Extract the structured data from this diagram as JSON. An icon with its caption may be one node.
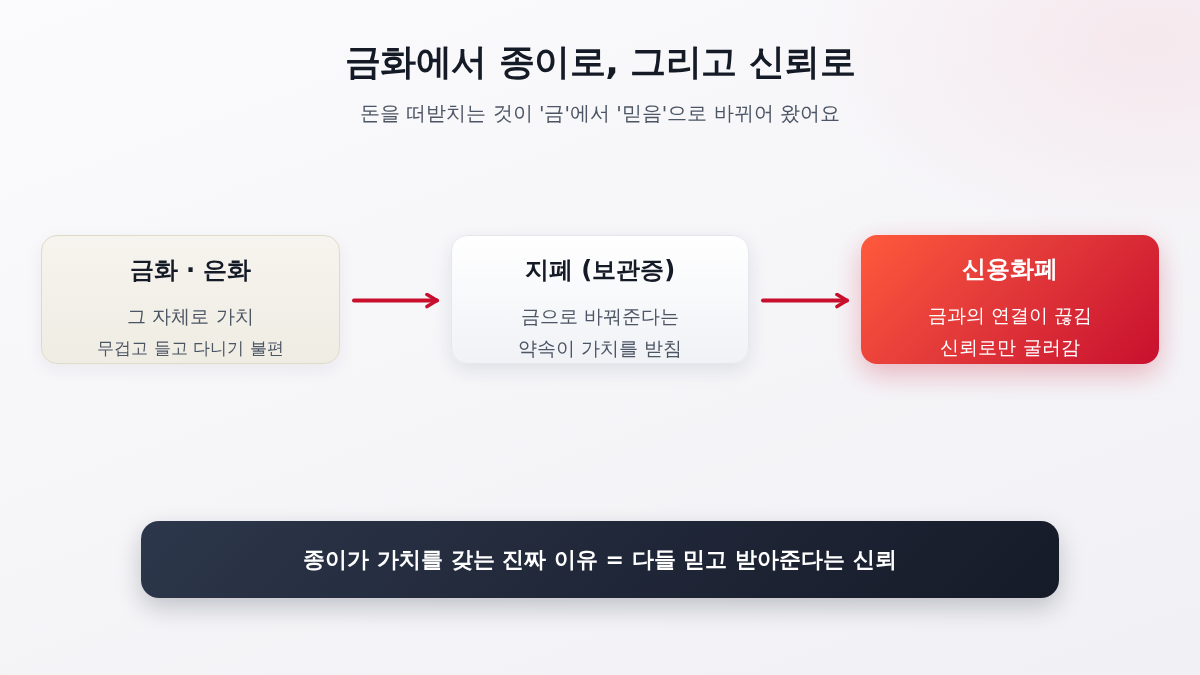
{
  "diagram": {
    "title": "금화에서 종이로, 그리고 신뢰로",
    "nodes": [
      {
        "text": [
          "금화 · 은화",
          "그 자체로 가치",
          "무겁고 들고 다니기 불편"
        ]
      },
      {
        "text": [
          "지폐 (보관증)",
          "금으로 바꿔준다는 약속이 가치를 받침"
        ]
      },
      {
        "text": [
          "신용화폐",
          "금과의 연결이 끊김",
          "신뢰로만 굴러감"
        ]
      },
      {
        "text": [
          "종이가 가치를 갖는 진짜 이유 = 다들 믿고 받아준다는 신뢰"
        ]
      }
    ],
    "edges": [
      {
        "from": 0,
        "to": 1,
        "arrow": "to"
      },
      {
        "from": 1,
        "to": 2,
        "arrow": "to"
      }
    ],
    "labels": [
      "돈을 떠받치는 것이 '금'에서 '믿음'으로 바뀌어 왔어요"
    ]
  }
}
